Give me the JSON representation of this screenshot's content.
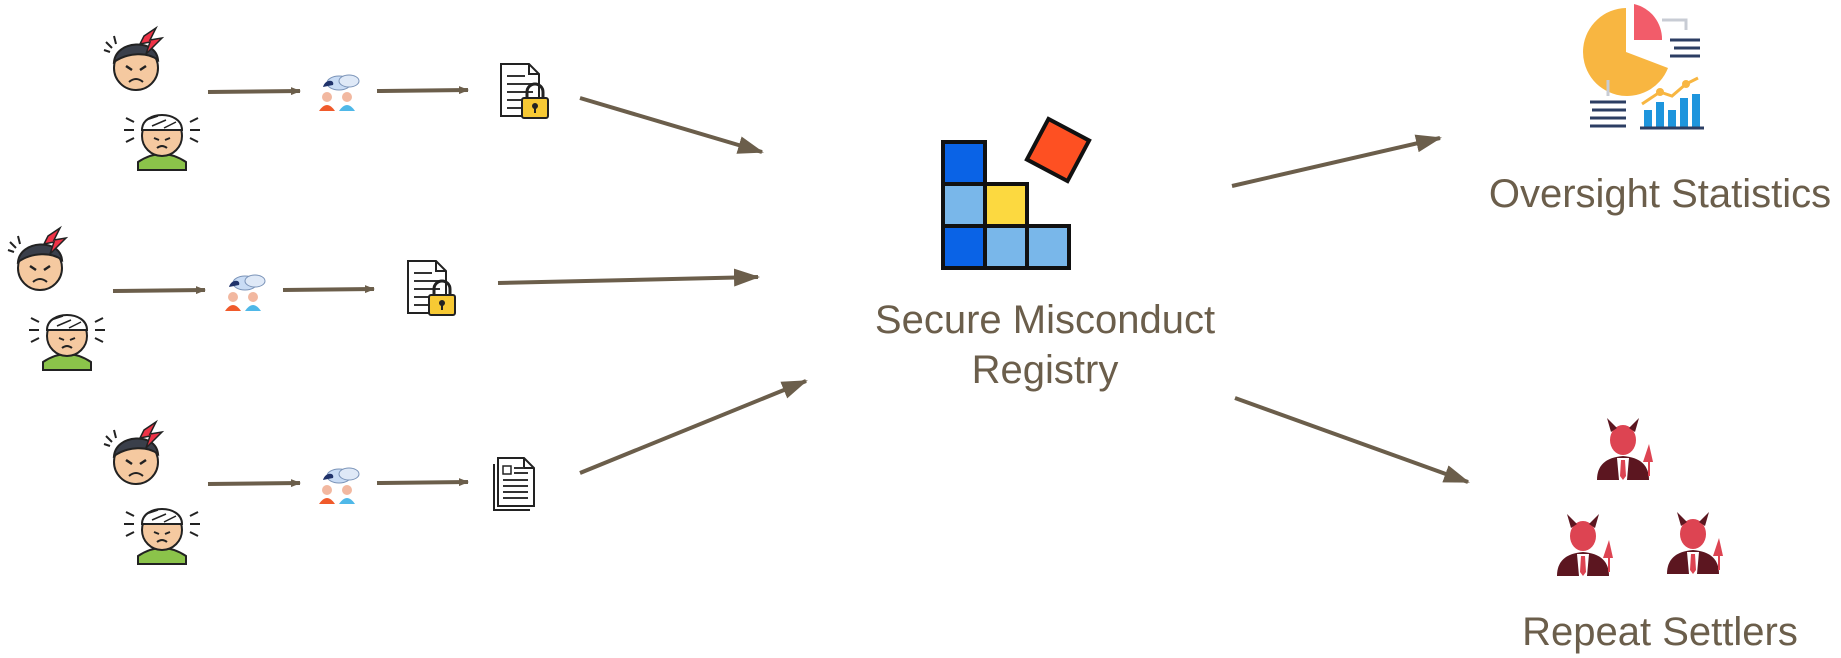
{
  "labels": {
    "registry_line1": "Secure Misconduct",
    "registry_line2": "Registry",
    "oversight": "Oversight Statistics",
    "settlers": "Repeat Settlers"
  },
  "colors": {
    "arrow": "#6b5e4b",
    "label": "#6b5e4b",
    "block_blue": "#0a63e6",
    "block_light": "#79b7ea",
    "block_yellow": "#fcd940",
    "block_red": "#fe5022",
    "devil_red": "#dd4452"
  },
  "rows": [
    {
      "document": "locked-document"
    },
    {
      "document": "locked-document"
    },
    {
      "document": "plain-document"
    }
  ],
  "icons": [
    "injured-person-icon",
    "group-meeting-icon",
    "locked-document-icon",
    "plain-document-icon",
    "registry-blocks-icon",
    "statistics-dashboard-icon",
    "devil-businessman-icon"
  ]
}
